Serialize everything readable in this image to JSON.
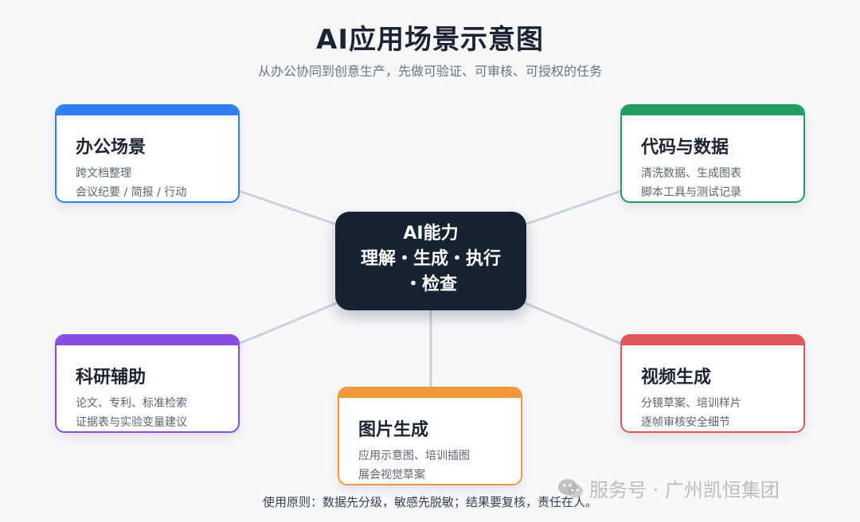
{
  "title": "AI应用场景示意图",
  "subtitle": "从办公协同到创意生产，先做可验证、可审核、可授权的任务",
  "center": {
    "line1": "AI能力",
    "line2": "理解・生成・执行",
    "line3": "・检查"
  },
  "cards": {
    "office": {
      "title": "办公场景",
      "line1": "跨文档整理",
      "line2": "会议纪要 / 简报 / 行动",
      "color": "#2f7ff0"
    },
    "code": {
      "title": "代码与数据",
      "line1": "清洗数据、生成图表",
      "line2": "脚本工具与测试记录",
      "color": "#1f9d63"
    },
    "research": {
      "title": "科研辅助",
      "line1": "论文、专利、标准检索",
      "line2": "证据表与实验变量建议",
      "color": "#8a4be0"
    },
    "video": {
      "title": "视频生成",
      "line1": "分镜草案、培训样片",
      "line2": "逐帧审核安全细节",
      "color": "#e05555"
    },
    "image": {
      "title": "图片生成",
      "line1": "应用示意图、培训插图",
      "line2": "展会视觉草案",
      "color": "#f0983a"
    }
  },
  "footer": "使用原则：数据先分级，敏感先脱敏；结果要复核，责任在人。",
  "watermark": "服务号 · 广州凯恒集团",
  "connector_color": "#c9d2dc"
}
